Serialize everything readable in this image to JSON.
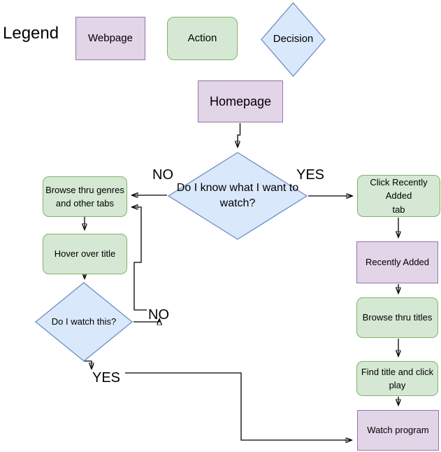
{
  "diagram_title": "Legend",
  "colors": {
    "webpage_fill": "#E1D5E7",
    "webpage_stroke": "#9673A6",
    "action_fill": "#D5E8D4",
    "action_stroke": "#82B366",
    "decision_fill": "#DAE8FC",
    "decision_stroke": "#6C8EBF",
    "edge_stroke": "#000000",
    "text": "#000000"
  },
  "legend": {
    "title": "Legend",
    "items": [
      {
        "label": "Webpage",
        "type": "webpage"
      },
      {
        "label": "Action",
        "type": "action"
      },
      {
        "label": "Decision",
        "type": "decision"
      }
    ]
  },
  "nodes": {
    "homepage": {
      "label": "Homepage",
      "type": "webpage"
    },
    "main_decision": {
      "label": "Do I know what I want to\nwatch?",
      "type": "decision"
    },
    "browse_genres": {
      "label": "Browse thru genres\nand other tabs",
      "type": "action"
    },
    "hover_title": {
      "label": "Hover over title",
      "type": "action"
    },
    "watch_decision": {
      "label": "Do I watch this?",
      "type": "decision"
    },
    "click_recent": {
      "label": "Click Recently Added\ntab",
      "type": "action"
    },
    "recently_added": {
      "label": "Recently Added",
      "type": "webpage"
    },
    "browse_titles": {
      "label": "Browse thru titles",
      "type": "action"
    },
    "find_play": {
      "label": "Find title and click\nplay",
      "type": "action"
    },
    "watch_program": {
      "label": "Watch program",
      "type": "webpage"
    }
  },
  "edges": [
    {
      "from": "homepage",
      "to": "main_decision",
      "label": ""
    },
    {
      "from": "main_decision",
      "to": "browse_genres",
      "label": "NO"
    },
    {
      "from": "main_decision",
      "to": "click_recent",
      "label": "YES"
    },
    {
      "from": "browse_genres",
      "to": "hover_title",
      "label": ""
    },
    {
      "from": "hover_title",
      "to": "watch_decision",
      "label": ""
    },
    {
      "from": "watch_decision",
      "to": "browse_genres",
      "label": "NO"
    },
    {
      "from": "watch_decision",
      "to": "watch_program",
      "label": "YES"
    },
    {
      "from": "click_recent",
      "to": "recently_added",
      "label": ""
    },
    {
      "from": "recently_added",
      "to": "browse_titles",
      "label": ""
    },
    {
      "from": "browse_titles",
      "to": "find_play",
      "label": ""
    },
    {
      "from": "find_play",
      "to": "watch_program",
      "label": ""
    }
  ]
}
